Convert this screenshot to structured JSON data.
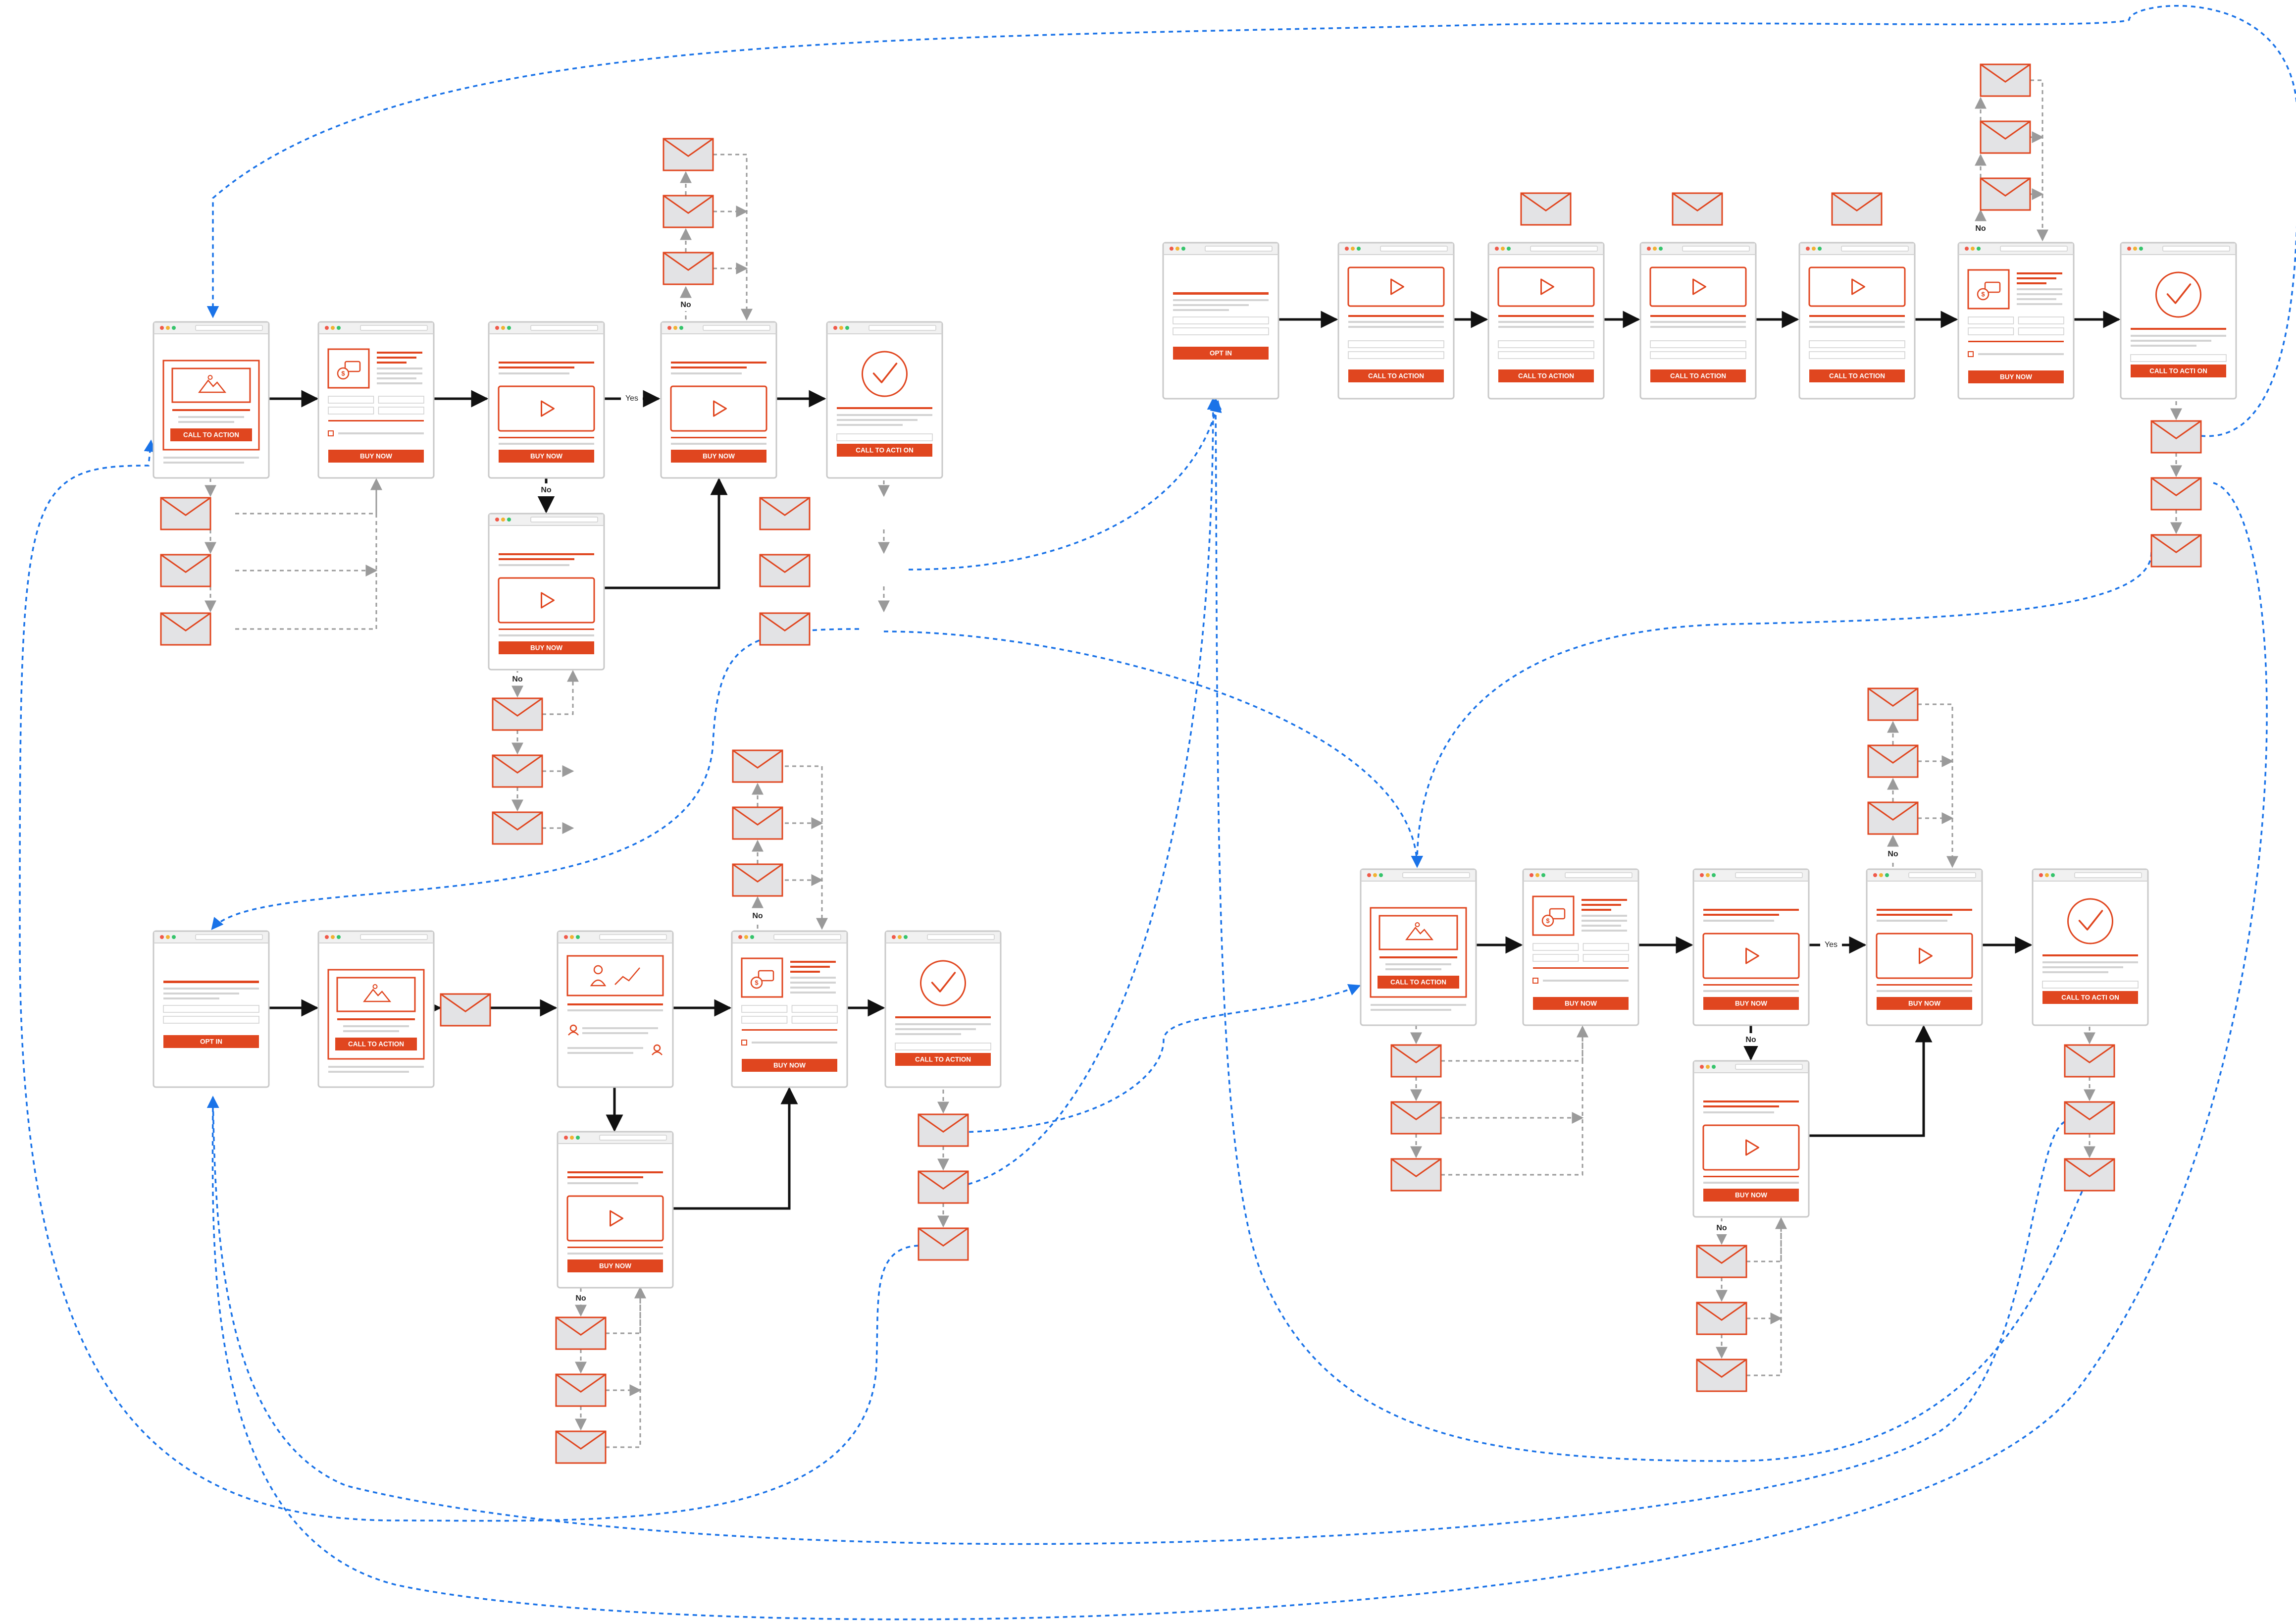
{
  "colors": {
    "accent": "#e0461f",
    "accent_dark": "#c93a16",
    "frame": "#c8c8c8",
    "line_grey": "#d6d6d6",
    "envelope_fill": "#e3e3e5",
    "flow_arrow": "#111111",
    "dashed_grey": "#9a9a9a",
    "dashed_blue": "#1a73e8",
    "dot_red": "#f05a4a",
    "dot_yellow": "#f2b233",
    "dot_green": "#35c46b"
  },
  "labels": {
    "cta": "CALL TO ACTION",
    "buy_now": "BUY NOW",
    "opt_in": "OPT IN",
    "yes": "Yes",
    "no": "No"
  },
  "funnels": [
    {
      "name": "funnel-a",
      "steps": [
        {
          "id": "a1",
          "kind": "image-cta",
          "button": "CALL TO ACTION"
        },
        {
          "id": "a2",
          "kind": "order-form",
          "button": "BUY NOW"
        },
        {
          "id": "a3",
          "kind": "video-offer",
          "button": "BUY NOW"
        },
        {
          "id": "a4",
          "kind": "video-downsell",
          "button": "BUY NOW"
        },
        {
          "id": "a5",
          "kind": "video-upsell",
          "button": "BUY NOW"
        },
        {
          "id": "a6",
          "kind": "thank-you",
          "button": "CALL TO ACTI ON"
        }
      ],
      "decision_labels": [
        "Yes",
        "No",
        "No",
        "No"
      ]
    },
    {
      "name": "funnel-b",
      "steps": [
        {
          "id": "b1",
          "kind": "opt-in",
          "button": "OPT IN"
        },
        {
          "id": "b2",
          "kind": "image-cta",
          "button": "CALL TO ACTION"
        },
        {
          "id": "b3",
          "kind": "webinar",
          "button": ""
        },
        {
          "id": "b4",
          "kind": "video-downsell",
          "button": "BUY NOW"
        },
        {
          "id": "b5",
          "kind": "order-form",
          "button": "BUY NOW"
        },
        {
          "id": "b6",
          "kind": "thank-you",
          "button": "CALL TO ACTION"
        }
      ],
      "decision_labels": [
        "No",
        "No"
      ]
    },
    {
      "name": "funnel-c",
      "steps": [
        {
          "id": "c1",
          "kind": "opt-in",
          "button": "OPT IN"
        },
        {
          "id": "c2",
          "kind": "video-cta",
          "button": "CALL TO ACTION"
        },
        {
          "id": "c3",
          "kind": "video-cta",
          "button": "CALL TO ACTION"
        },
        {
          "id": "c4",
          "kind": "video-cta",
          "button": "CALL TO ACTION"
        },
        {
          "id": "c5",
          "kind": "video-cta",
          "button": "CALL TO ACTION"
        },
        {
          "id": "c6",
          "kind": "order-form",
          "button": "BUY NOW"
        },
        {
          "id": "c7",
          "kind": "thank-you",
          "button": "CALL TO ACTI ON"
        }
      ],
      "decision_labels": [
        "No"
      ]
    },
    {
      "name": "funnel-d",
      "steps": [
        {
          "id": "d1",
          "kind": "image-cta",
          "button": "CALL TO ACTION"
        },
        {
          "id": "d2",
          "kind": "order-form",
          "button": "BUY NOW"
        },
        {
          "id": "d3",
          "kind": "video-offer",
          "button": "BUY NOW"
        },
        {
          "id": "d4",
          "kind": "video-downsell",
          "button": "BUY NOW"
        },
        {
          "id": "d5",
          "kind": "video-upsell",
          "button": "BUY NOW"
        },
        {
          "id": "d6",
          "kind": "thank-you",
          "button": "CALL TO ACTI ON"
        }
      ],
      "decision_labels": [
        "Yes",
        "No",
        "No",
        "No"
      ]
    }
  ]
}
